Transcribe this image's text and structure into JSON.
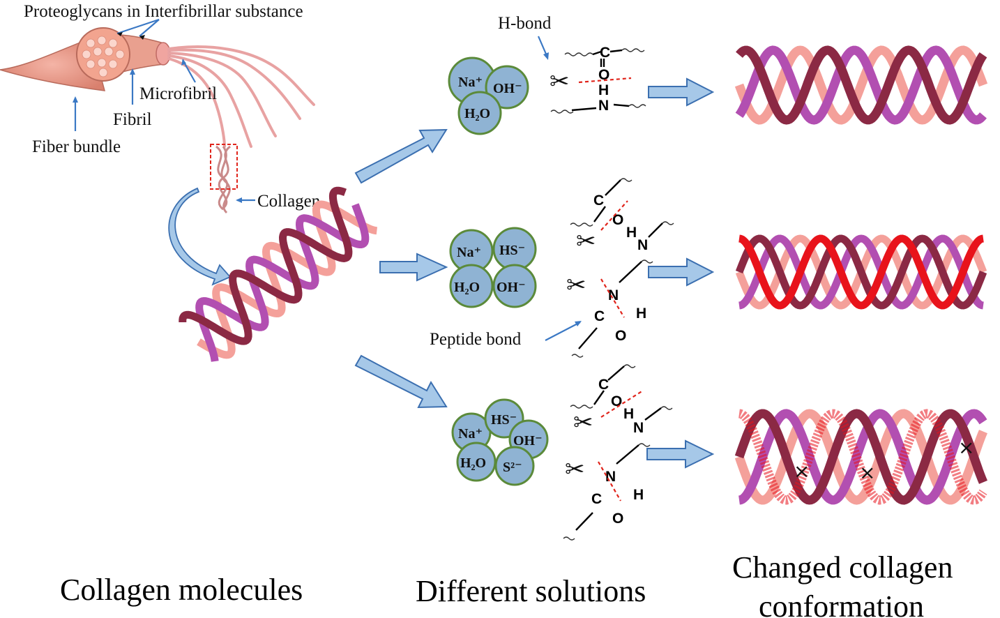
{
  "labels": {
    "proteoglycans": "Proteoglycans in Interfibrillar substance",
    "microfibril": "Microfibril",
    "fibril": "Fibril",
    "fiber_bundle": "Fiber bundle",
    "collagen": "Collagen",
    "h_bond": "H-bond",
    "peptide_bond": "Peptide bond"
  },
  "captions": {
    "collagen_molecules": "Collagen molecules",
    "different_solutions": "Different solutions",
    "changed_line1": "Changed collagen",
    "changed_line2": "conformation"
  },
  "solutions": [
    {
      "ions": [
        "Na⁺",
        "OH⁻",
        "H₂O"
      ]
    },
    {
      "ions": [
        "Na⁺",
        "HS⁻",
        "H₂O",
        "OH⁻"
      ]
    },
    {
      "ions": [
        "Na⁺",
        "HS⁻",
        "OH⁻",
        "H₂O",
        "S²⁻"
      ]
    }
  ],
  "colors": {
    "strand_pink": "#f4a09a",
    "strand_purple": "#b24fb1",
    "strand_maroon": "#8b2944",
    "strand_red": "#e8131b",
    "arrow_fill": "#a6c8e8",
    "arrow_edge": "#3b6fb0",
    "ion_fill": "#8fb3d3",
    "ion_edge": "#5b8a3a",
    "cut_line": "#e0241b"
  }
}
